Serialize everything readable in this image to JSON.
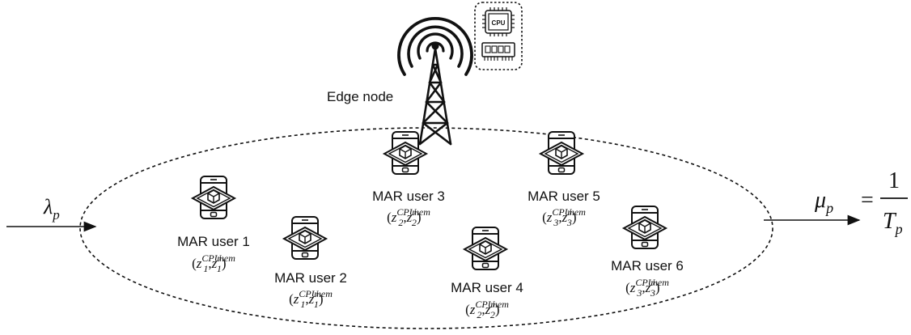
{
  "edge_node": {
    "label": "Edge node",
    "chip_text": "CPU",
    "icons": [
      "antenna-tower-icon",
      "cpu-chip-icon",
      "memory-module-icon"
    ]
  },
  "arrival": {
    "symbol": "λ",
    "subscript": "p"
  },
  "service": {
    "lhs_symbol": "μ",
    "lhs_subscript": "p",
    "equals": "=",
    "numerator": "1",
    "denominator": "T",
    "denominator_subscript": "p"
  },
  "users": [
    {
      "label": "MAR user 1",
      "open": "(",
      "z": "z",
      "sub_a": "1",
      "sup_a": "CPU",
      "comma": ",",
      "sub_b": "1",
      "sup_b": "mem",
      "close": ")"
    },
    {
      "label": "MAR user 2",
      "open": "(",
      "z": "z",
      "sub_a": "1",
      "sup_a": "CPU",
      "comma": ",",
      "sub_b": "1",
      "sup_b": "mem",
      "close": ")"
    },
    {
      "label": "MAR user 3",
      "open": "(",
      "z": "z",
      "sub_a": "2",
      "sup_a": "CPU",
      "comma": ",",
      "sub_b": "2",
      "sup_b": "mem",
      "close": ")"
    },
    {
      "label": "MAR user 4",
      "open": "(",
      "z": "z",
      "sub_a": "2",
      "sup_a": "CPU",
      "comma": ",",
      "sub_b": "2",
      "sup_b": "mem",
      "close": ")"
    },
    {
      "label": "MAR user 5",
      "open": "(",
      "z": "z",
      "sub_a": "3",
      "sup_a": "CPU",
      "comma": ",",
      "sub_b": "3",
      "sup_b": "mem",
      "close": ")"
    },
    {
      "label": "MAR user 6",
      "open": "(",
      "z": "z",
      "sub_a": "3",
      "sup_a": "CPU",
      "comma": ",",
      "sub_b": "3",
      "sup_b": "mem",
      "close": ")"
    }
  ],
  "phone_icon": "mobile-ar-icon"
}
